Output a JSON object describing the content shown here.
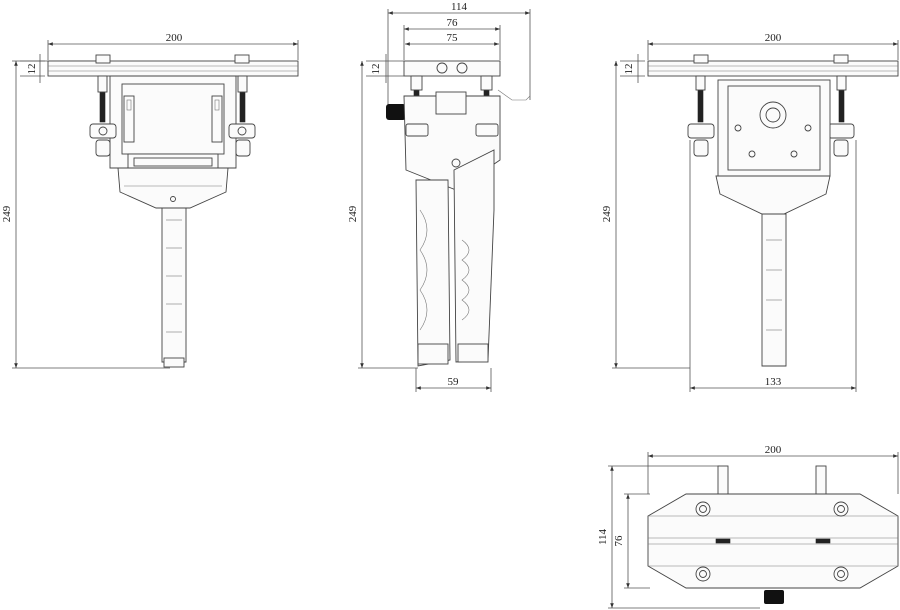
{
  "dimensions": {
    "front": {
      "width": "200",
      "plate": "12",
      "height": "249"
    },
    "side": {
      "overall": "114",
      "mid": "76",
      "inner": "75",
      "plate": "12",
      "height": "249",
      "grip": "59"
    },
    "rear": {
      "width": "200",
      "plate": "12",
      "height": "249",
      "base": "133"
    },
    "top": {
      "width": "200",
      "depth_outer": "114",
      "depth_inner": "76"
    }
  }
}
